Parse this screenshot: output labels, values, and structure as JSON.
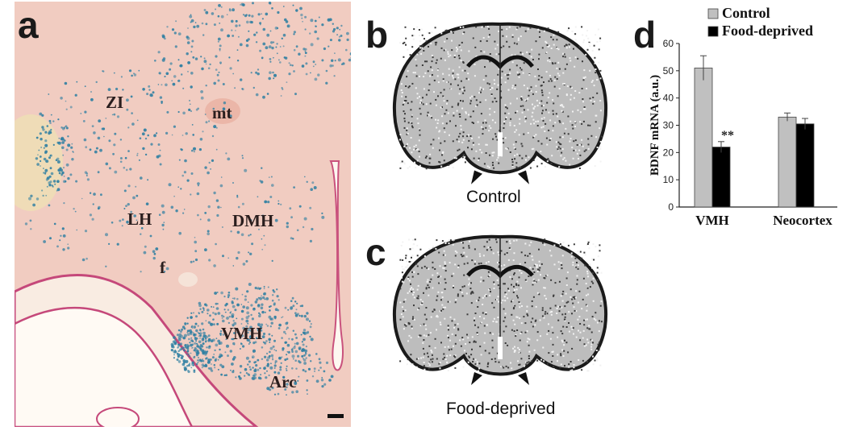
{
  "panels": {
    "a": {
      "letter": "a",
      "regions": [
        "ZI",
        "mt",
        "LH",
        "DMH",
        "f",
        "VMH",
        "Arc"
      ]
    },
    "b": {
      "letter": "b",
      "caption": "Control"
    },
    "c": {
      "letter": "c",
      "caption": "Food-deprived"
    },
    "d": {
      "letter": "d"
    }
  },
  "colors": {
    "tissue": "#f1ccc1",
    "stain": "#2f7fa2",
    "control_bar": "#c0c0c0",
    "deprived_bar": "#000000"
  },
  "chart_data": {
    "type": "bar",
    "categories": [
      "VMH",
      "Neocortex"
    ],
    "series": [
      {
        "name": "Control",
        "values": [
          51,
          33
        ],
        "errors": [
          4.5,
          1.5
        ]
      },
      {
        "name": "Food-deprived",
        "values": [
          22,
          30.5
        ],
        "errors": [
          2,
          2
        ]
      }
    ],
    "ylabel": "BDNF mRNA (a.u.)",
    "ylim": [
      0,
      60
    ],
    "yticks": [
      0,
      10,
      20,
      30,
      40,
      50,
      60
    ],
    "annotation": "**",
    "legend_placement": "top",
    "grid": false
  }
}
